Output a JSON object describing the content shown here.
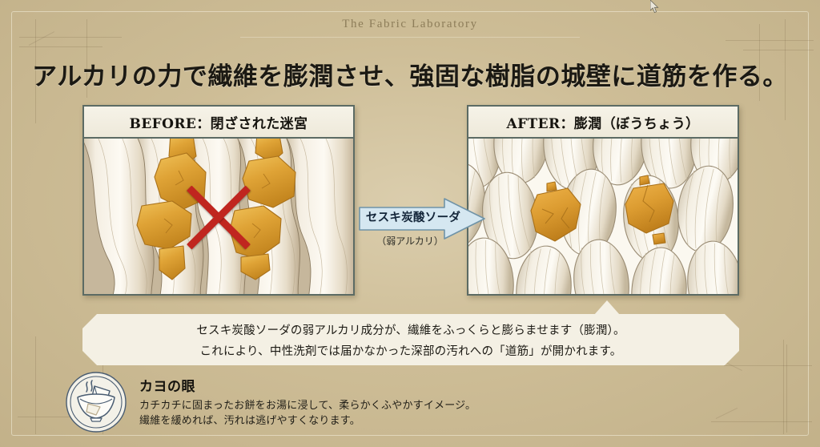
{
  "header": {
    "brand_title": "The Fabric Laboratory",
    "main_title": "アルカリの力で繊維を膨潤させ、強固な樹脂の城壁に道筋を作る。"
  },
  "panels": {
    "before": {
      "header": "BEFORE：閉ざされた迷宮",
      "icon": "red-x-mark"
    },
    "after": {
      "header": "AFTER：膨潤（ぼうちょう）"
    }
  },
  "arrow": {
    "label": "セスキ炭酸ソーダ",
    "sublabel": "（弱アルカリ）",
    "fill_color": "#d5e7f1",
    "stroke_color": "#6f93a8"
  },
  "caption": {
    "line1": "セスキ炭酸ソーダの弱アルカリ成分が、繊維をふっくらと膨らませます（膨潤）。",
    "line2": "これにより、中性洗剤では届かなかった深部の汚れへの「道筋」が開かれます。"
  },
  "kayo_note": {
    "heading": "カヨの眼",
    "icon": "steaming-bowl-icon",
    "line1": "カチカチに固まったお餅をお湯に浸して、柔らかくふやかすイメージ。",
    "line2": "繊維を緩めれば、汚れは逃げやすくなります。"
  },
  "colors": {
    "background": "#cbba92",
    "panel_border": "#5c6b64",
    "panel_bg": "#f3efe2",
    "resin_gold": "#dfa63a",
    "x_mark_red": "#c0261f",
    "fiber_cream": "#efe7d6"
  }
}
